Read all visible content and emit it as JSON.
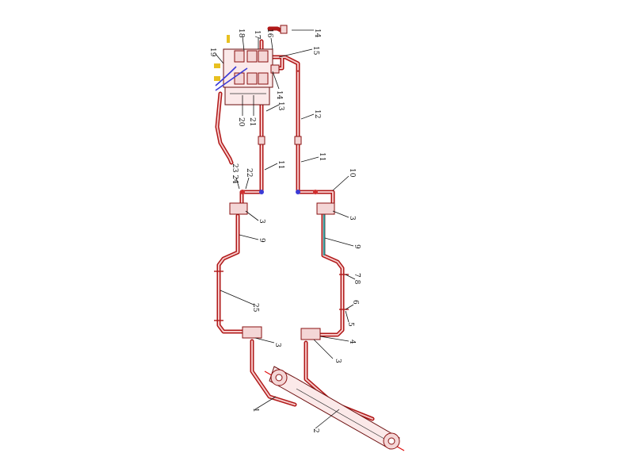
{
  "colors": {
    "pipe": "#b01818",
    "pipe_fill": "#f6c8c8",
    "blue_line": "#3b3bd6",
    "green_line": "#2f8f8f",
    "red_axis": "#e01010",
    "yellow_accent": "#e8c020"
  },
  "callouts": [
    {
      "id": "c1",
      "text": "1"
    },
    {
      "id": "c2",
      "text": "2"
    },
    {
      "id": "c3a",
      "text": "3"
    },
    {
      "id": "c3b",
      "text": "3"
    },
    {
      "id": "c3c",
      "text": "3"
    },
    {
      "id": "c3d",
      "text": "3"
    },
    {
      "id": "c4",
      "text": "4"
    },
    {
      "id": "c5",
      "text": "5"
    },
    {
      "id": "c6",
      "text": "6"
    },
    {
      "id": "c78",
      "text": "7 8"
    },
    {
      "id": "c9a",
      "text": "9"
    },
    {
      "id": "c9b",
      "text": "9"
    },
    {
      "id": "c10",
      "text": "10"
    },
    {
      "id": "c11a",
      "text": "11"
    },
    {
      "id": "c11b",
      "text": "11"
    },
    {
      "id": "c12",
      "text": "12"
    },
    {
      "id": "c13",
      "text": "13"
    },
    {
      "id": "c14a",
      "text": "14"
    },
    {
      "id": "c14b",
      "text": "14"
    },
    {
      "id": "c15",
      "text": "15"
    },
    {
      "id": "c16",
      "text": "16"
    },
    {
      "id": "c17",
      "text": "17"
    },
    {
      "id": "c18",
      "text": "18"
    },
    {
      "id": "c19",
      "text": "19"
    },
    {
      "id": "c20",
      "text": "20"
    },
    {
      "id": "c21",
      "text": "21"
    },
    {
      "id": "c22",
      "text": "22"
    },
    {
      "id": "c2324",
      "text": "23 24"
    },
    {
      "id": "c25",
      "text": "25"
    }
  ]
}
